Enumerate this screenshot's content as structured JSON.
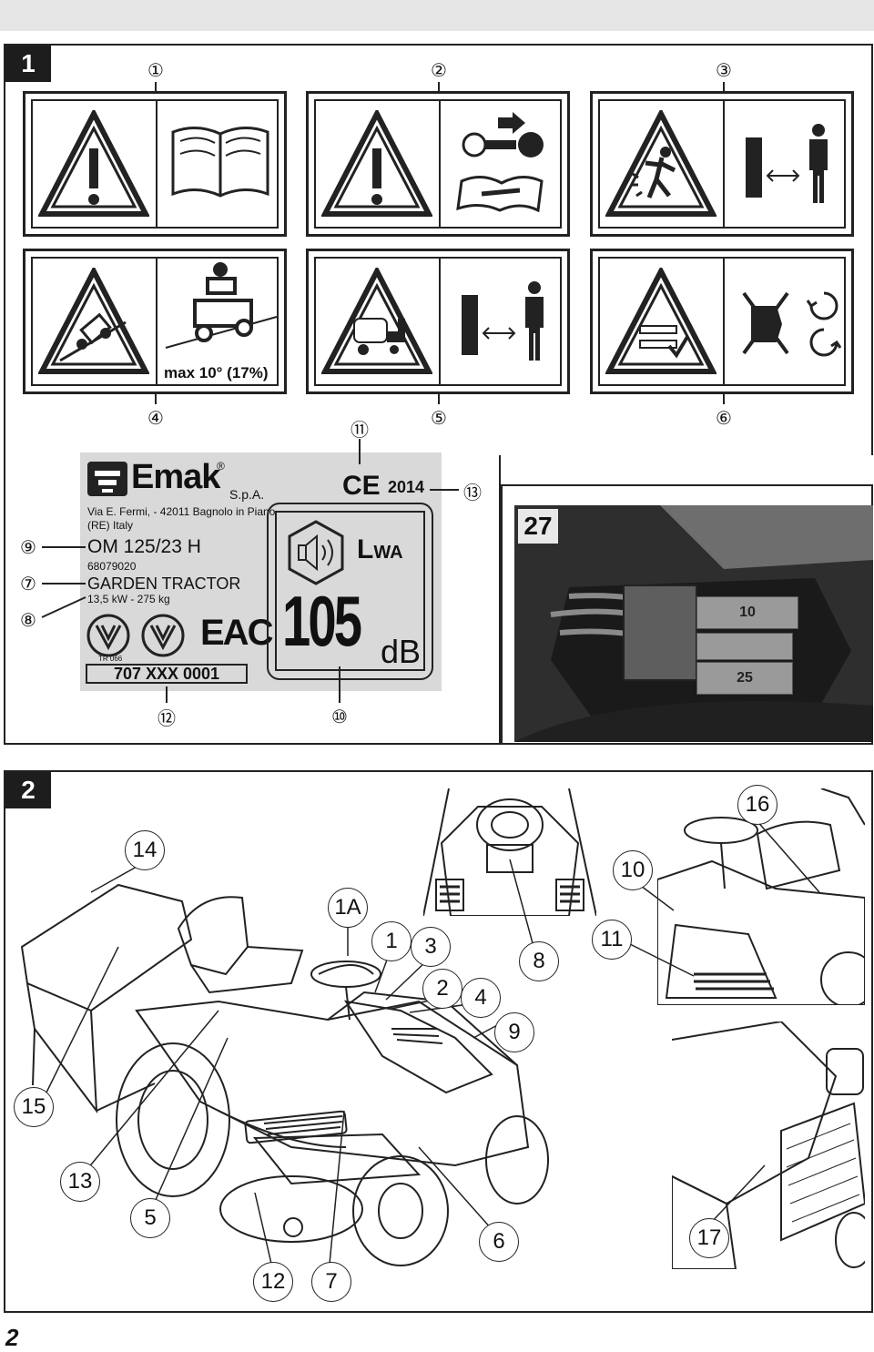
{
  "page": {
    "number": "2"
  },
  "fig1": {
    "label": "1",
    "callouts": [
      "①",
      "②",
      "③",
      "④",
      "⑤",
      "⑥",
      "⑦",
      "⑧",
      "⑨",
      "⑩",
      "⑪",
      "⑫",
      "⑬"
    ],
    "slope_caption": "max 10° (17%)",
    "plate": {
      "brand": "Emak",
      "registered": "®",
      "company_suffix": "S.p.A.",
      "address_line1": "Via E. Fermi, - 42011 Bagnolo in Piano",
      "address_line2": "(RE) Italy",
      "model": "OM 125/23 H",
      "code": "68079020",
      "type": "GARDEN TRACTOR",
      "power_mass": "13,5 kW - 275 kg",
      "tr_mark": "TR 066",
      "eac_mark": "EAC",
      "serial": "707 XXX 0001",
      "ce_mark": "CE",
      "year": "2014",
      "lwa_label": "L",
      "lwa_sub": "WA",
      "noise_value": "105",
      "noise_unit": "dB"
    },
    "photo": {
      "label": "27",
      "fuse_a": "10",
      "fuse_b": "25"
    }
  },
  "fig2": {
    "label": "2",
    "callouts": [
      "14",
      "15",
      "13",
      "5",
      "12",
      "7",
      "6",
      "1A",
      "1",
      "3",
      "2",
      "4",
      "9",
      "8",
      "10",
      "11",
      "16",
      "17"
    ]
  },
  "colors": {
    "ink": "#222222",
    "plate_bg": "#d9d9d9",
    "tag_bg": "#1d1d1d"
  }
}
